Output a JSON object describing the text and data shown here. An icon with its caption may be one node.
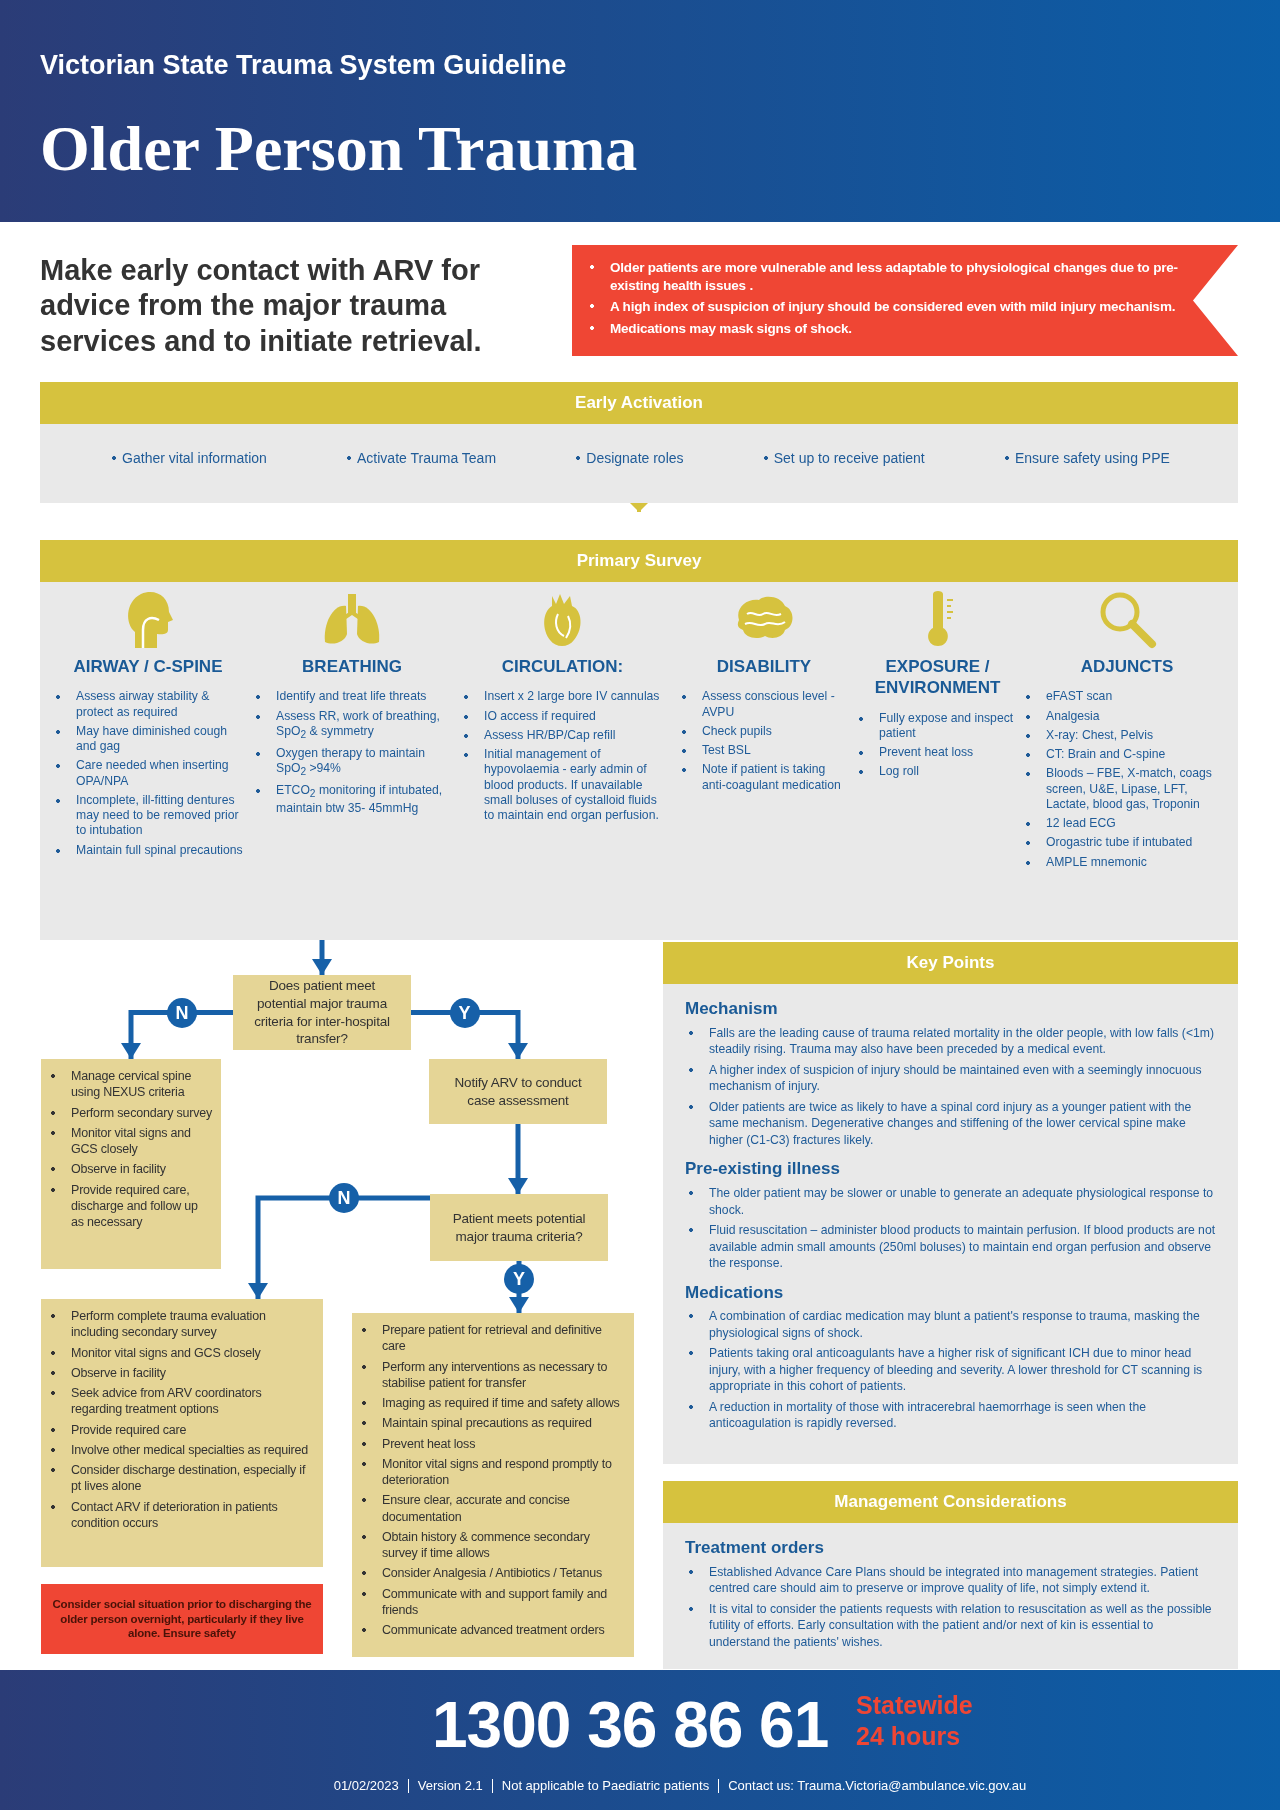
{
  "diagram": {
    "title": "Older Person Trauma",
    "nodes": [
      {
        "text": [
          "Older patients are more vulnerable and less adaptable to physiological changes due to pre-existing health issues .",
          "A high index of suspicion of injury should be considered even with mild injury mechanism.",
          "Medications may mask signs of shock."
        ]
      },
      {
        "text": [
          "Early Activation",
          "Gather vital information",
          "Activate Trauma Team",
          "Designate roles",
          "Set up to receive patient",
          "Ensure safety using PPE"
        ]
      },
      {
        "text": [
          "Primary Survey"
        ]
      },
      {
        "text": [
          "AIRWAY / C-SPINE",
          "Assess airway stability & protect as required",
          "May have diminished cough and gag",
          "Care needed when inserting OPA/NPA",
          "Incomplete, ill-fitting dentures may need to be removed prior to intubation",
          "Maintain full spinal precautions"
        ],
        "in": 2
      },
      {
        "text": [
          "BREATHING",
          "Identify and treat life threats",
          "Assess RR, work of breathing, SpO$_{2}$ & symmetry",
          "Oxygen therapy to maintain SpO$_{2}$ >94%",
          "ETCO$_{2}$ monitoring if intubated, maintain btw 35- 45mmHg"
        ],
        "in": 2
      },
      {
        "text": [
          "CIRCULATION:",
          "Insert x 2 large bore IV cannulas",
          "IO access if required",
          "Assess HR/BP/Cap refill",
          "Initial management of hypovolaemia - early admin of blood products. If unavailable small boluses of cystalloid fluids to maintain end organ perfusion."
        ],
        "in": 2
      },
      {
        "text": [
          "DISABILITY",
          "Assess conscious level - AVPU",
          "Check pupils",
          "Test BSL",
          "Note if patient is taking anti-coagulant medication"
        ],
        "in": 2
      },
      {
        "text": [
          "EXPOSURE / ENVIRONMENT",
          "Fully expose and inspect patient",
          "Prevent heat loss",
          "Log roll"
        ],
        "in": 2
      },
      {
        "text": [
          "ADJUNCTS",
          "eFAST scan",
          "Analgesia",
          "X-ray: Chest, Pelvis",
          "CT: Brain and C-spine",
          "Bloods – FBE, X-match, coags screen, U&E, Lipase, LFT, Lactate, blood gas, Troponin",
          "12 lead ECG",
          "Orogastric tube if intubated",
          "AMPLE mnemonic"
        ],
        "in": 2
      },
      {
        "text": [
          "Does patient meet potential major trauma criteria for inter-hospital transfer?"
        ]
      },
      {
        "text": [
          "Manage cervical spine using NEXUS criteria",
          "Perform secondary survey",
          "Monitor vital signs and GCS closely",
          "Observe in facility",
          "Provide required care, discharge and follow up as necessary"
        ]
      },
      {
        "text": [
          "Notify ARV to conduct case assessment"
        ]
      },
      {
        "text": [
          "Patient meets potential major trauma criteria?"
        ]
      },
      {
        "text": [
          "Perform complete trauma evaluation including secondary survey",
          "Monitor vital signs and GCS closely",
          "Observe in facility",
          "Seek advice from ARV coordinators regarding treatment options",
          "Provide required care",
          "Involve other medical specialties as required",
          "Consider discharge destination, especially if pt lives alone",
          "Contact ARV if deterioration in patients condition occurs"
        ]
      },
      {
        "text": [
          "Prepare patient for retrieval and definitive care",
          "Perform any interventions as necessary to stabilise patient for transfer",
          "Imaging as required if time and safety allows",
          "Maintain spinal precautions as required",
          "Prevent heat loss",
          "Monitor vital signs and respond promptly to deterioration",
          "Ensure clear, accurate and concise documentation",
          "Obtain history & commence secondary survey if time allows",
          "Consider Analgesia / Antibiotics / Tetanus",
          "Communicate with and support family and friends",
          "Communicate advanced treatment orders"
        ]
      },
      {
        "text": [
          "Consider social situation prior to discharging the older person overnight, particularly if they live alone. Ensure safety"
        ]
      },
      {
        "text": [
          "Key Points",
          "Mechanism",
          "Falls are the leading cause of trauma related mortality in the older people, with low falls (<1m) steadily rising. Trauma may also have been preceded by a medical event.",
          "A higher index of suspicion of injury should be maintained even with a seemingly innocuous mechanism of injury.",
          "Older patients are twice as likely to have a spinal cord injury as a younger patient with the same mechanism. Degenerative changes and stiffening of the lower cervical spine make higher (C1-C3) fractures likely.",
          "Pre-existing illness",
          "The older patient may be slower or unable to generate an adequate physiological response to shock.",
          "Fluid resuscitation – administer blood products to maintain perfusion. If blood products are not available admin small amounts (250ml boluses) to maintain end organ perfusion and observe the response.",
          "Medications",
          "A combination of cardiac medication may blunt a patient's response to trauma, masking the physiological signs of shock.",
          "Patients taking oral anticoagulants have a higher risk of significant ICH due to minor head injury, with a higher frequency of bleeding and severity. A lower threshold for CT scanning is appropriate in this cohort of patients.",
          "A reduction in mortality of those with intracerebral haemorrhage is seen when the anticoagulation is rapidly reversed."
        ]
      },
      {
        "text": [
          "Management Considerations",
          "Treatment orders",
          "Established Advance Care Plans should be integrated into management strategies. Patient centred care should aim to preserve or improve quality of life, not simply extend it.",
          "It is vital to consider the patients requests with relation to resuscitation as well as the possible futility of efforts. Early consultation with the patient and/or next of kin is essential to understand the patients' wishes."
        ]
      }
    ],
    "edges": [
      {
        "from": 1,
        "to": 2,
        "arrow": "to",
        "color": "#d6c23e"
      },
      {
        "from": 2,
        "to": 9,
        "arrow": "to"
      },
      {
        "from": 9,
        "to": 10,
        "arrow": "to",
        "label": "N"
      },
      {
        "from": 9,
        "to": 11,
        "arrow": "to",
        "label": "Y"
      },
      {
        "from": 11,
        "to": 12,
        "arrow": "to"
      },
      {
        "from": 12,
        "to": 13,
        "arrow": "to",
        "label": "N"
      },
      {
        "from": 12,
        "to": 14,
        "arrow": "to",
        "label": "Y"
      }
    ],
    "labels": [
      "Victorian State Trauma System Guideline",
      "Make early contact with ARV for advice from the major trauma services and to initiate retrieval.",
      "1300 36 86 61",
      "Statewide 24 hours",
      "01/02/2023",
      "Version 2.1",
      "Not applicable to Paediatric patients",
      "Contact us: Trauma.Victoria@ambulance.vic.gov.au"
    ]
  }
}
